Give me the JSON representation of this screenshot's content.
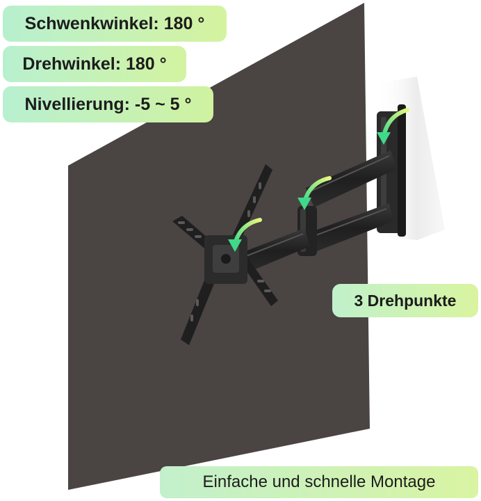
{
  "badges": {
    "swivel": "Schwenkwinkel: 180 °",
    "rotation": "Drehwinkel: 180 °",
    "leveling": "Nivellierung: -5 ~ 5 °",
    "pivots": "3 Drehpunkte",
    "mounting": "Einfache und schnelle Montage"
  },
  "colors": {
    "panel": "#4a4443",
    "wall_shadow": "#e6e6e6",
    "bracket": "#2a2a2a",
    "arrow_gradient_start": "#3fd98a",
    "arrow_gradient_end": "#e6f77e",
    "badge_gradient_start": "#b8f0cf",
    "badge_gradient_end": "#d4f39f"
  },
  "icons": [
    "rotation-arrow-icon"
  ]
}
